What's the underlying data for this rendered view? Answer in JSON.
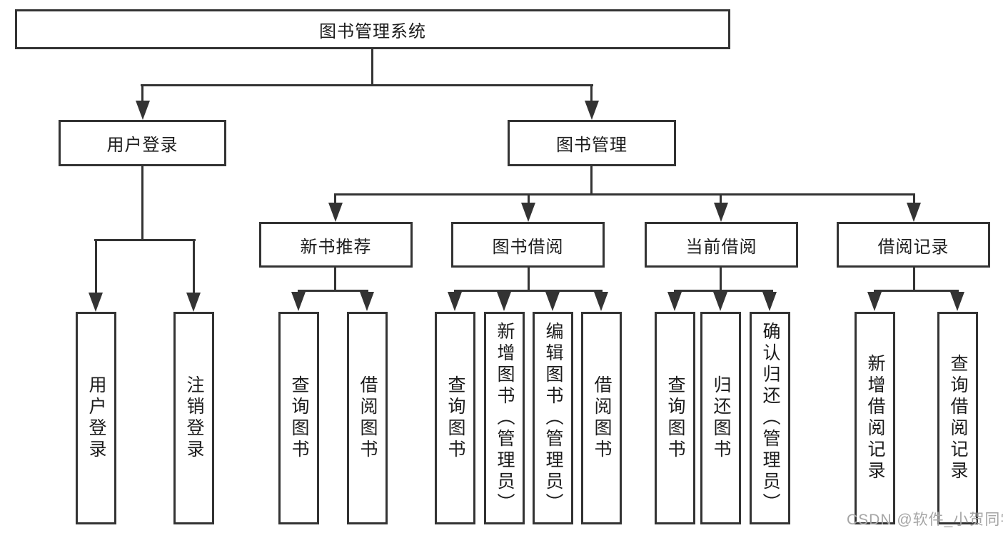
{
  "diagram_title": "图书管理系统",
  "tree": {
    "label": "图书管理系统",
    "children": [
      {
        "label": "用户登录",
        "children": [
          {
            "label": "用户登录"
          },
          {
            "label": "注销登录"
          }
        ]
      },
      {
        "label": "图书管理",
        "children": [
          {
            "label": "新书推荐",
            "children": [
              {
                "label": "查询图书"
              },
              {
                "label": "借阅图书"
              }
            ]
          },
          {
            "label": "图书借阅",
            "children": [
              {
                "label": "查询图书"
              },
              {
                "label": "新增图书（管理员）"
              },
              {
                "label": "编辑图书（管理员）"
              },
              {
                "label": "借阅图书"
              }
            ]
          },
          {
            "label": "当前借阅",
            "children": [
              {
                "label": "查询图书"
              },
              {
                "label": "归还图书"
              },
              {
                "label": "确认归还（管理员）"
              }
            ]
          },
          {
            "label": "借阅记录",
            "children": [
              {
                "label": "新增借阅记录"
              },
              {
                "label": "查询借阅记录"
              }
            ]
          }
        ]
      }
    ]
  },
  "watermark": {
    "text": "CSDN @软件_小贺同学"
  },
  "colors": {
    "line": "#333333",
    "text": "#1c1c1c",
    "watermark": "#a5a5a5",
    "background": "#ffffff"
  }
}
